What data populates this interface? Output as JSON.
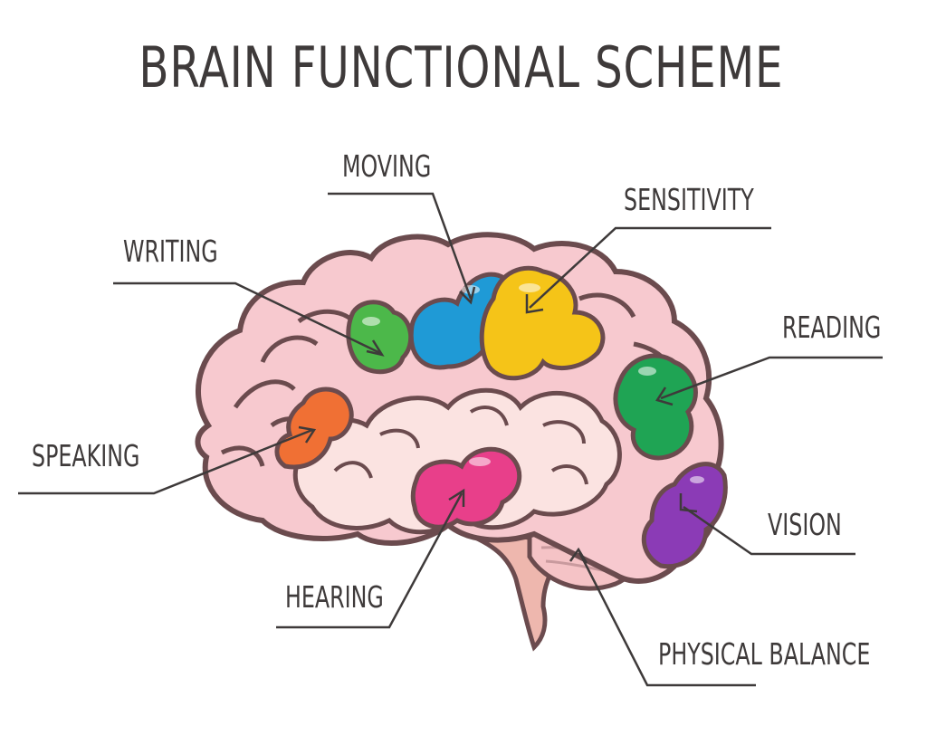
{
  "title": "BRAIN FUNCTIONAL SCHEME",
  "labels": {
    "moving": "MOVING",
    "sensitivity": "SENSITIVITY",
    "writing": "WRITING",
    "reading": "READING",
    "speaking": "SPEAKING",
    "vision": "VISION",
    "hearing": "HEARING",
    "physical_balance": "PHYSICAL BALANCE"
  },
  "colors": {
    "outline": "#6b4b4e",
    "brain_pink": "#f7c9cf",
    "brain_light": "#fbe3e1",
    "stem": "#eeb7ae",
    "moving": "#1f9ad6",
    "sensitivity": "#f5c418",
    "writing": "#4cb84a",
    "reading": "#1fa454",
    "speaking": "#f07034",
    "vision": "#8b3bb6",
    "hearing": "#e83f8a"
  }
}
